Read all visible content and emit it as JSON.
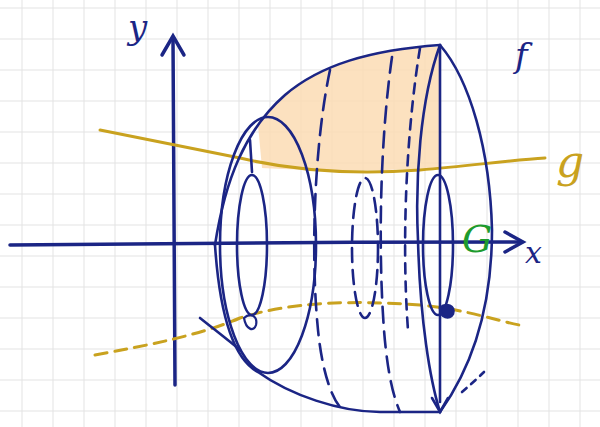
{
  "diagram": {
    "labels": [
      "y",
      "x",
      "f",
      "g",
      "G"
    ]
  }
}
